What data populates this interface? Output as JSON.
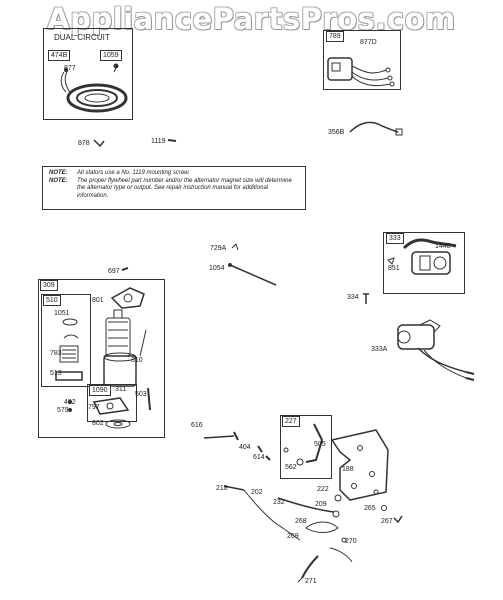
{
  "watermark": "AppliancePartsPros.com",
  "kit_boxes": {
    "dual_circuit": "DUAL CIRCUIT",
    "box_474B": "474B",
    "box_1059": "1059",
    "box_789": "789",
    "box_333": "333",
    "box_309": "309",
    "box_510": "510",
    "box_1090": "1090",
    "box_227": "227"
  },
  "notes": [
    {
      "key": "NOTE:",
      "text": "All stators use a No. 1119 mounting screw."
    },
    {
      "key": "NOTE:",
      "text": "The proper flywheel part number and/or the alternator magnet size will determine the alternator type or output. See repair instruction manual for additional information."
    }
  ],
  "part_labels": {
    "p877": "877",
    "p878": "878",
    "p1119": "1119",
    "p877D": "877D",
    "p356B": "356B",
    "p729A": "729A",
    "p1054": "1054",
    "p1448": "1448",
    "p851": "851",
    "p697": "697",
    "p334": "334",
    "p333A": "333A",
    "p801": "801",
    "p1051": "1051",
    "p783": "783",
    "p513": "513",
    "p310": "310",
    "p503": "503",
    "p311": "311",
    "p797": "797",
    "p482": "482",
    "p579": "579",
    "p802": "802",
    "p616": "616",
    "p404": "404",
    "p614": "614",
    "p505": "505",
    "p562": "562",
    "p188": "188",
    "p218": "218",
    "p202": "202",
    "p232": "232",
    "p222": "222",
    "p209": "209",
    "p265": "265",
    "p267": "267",
    "p268": "268",
    "p269": "269",
    "p270": "270",
    "p271": "271"
  }
}
